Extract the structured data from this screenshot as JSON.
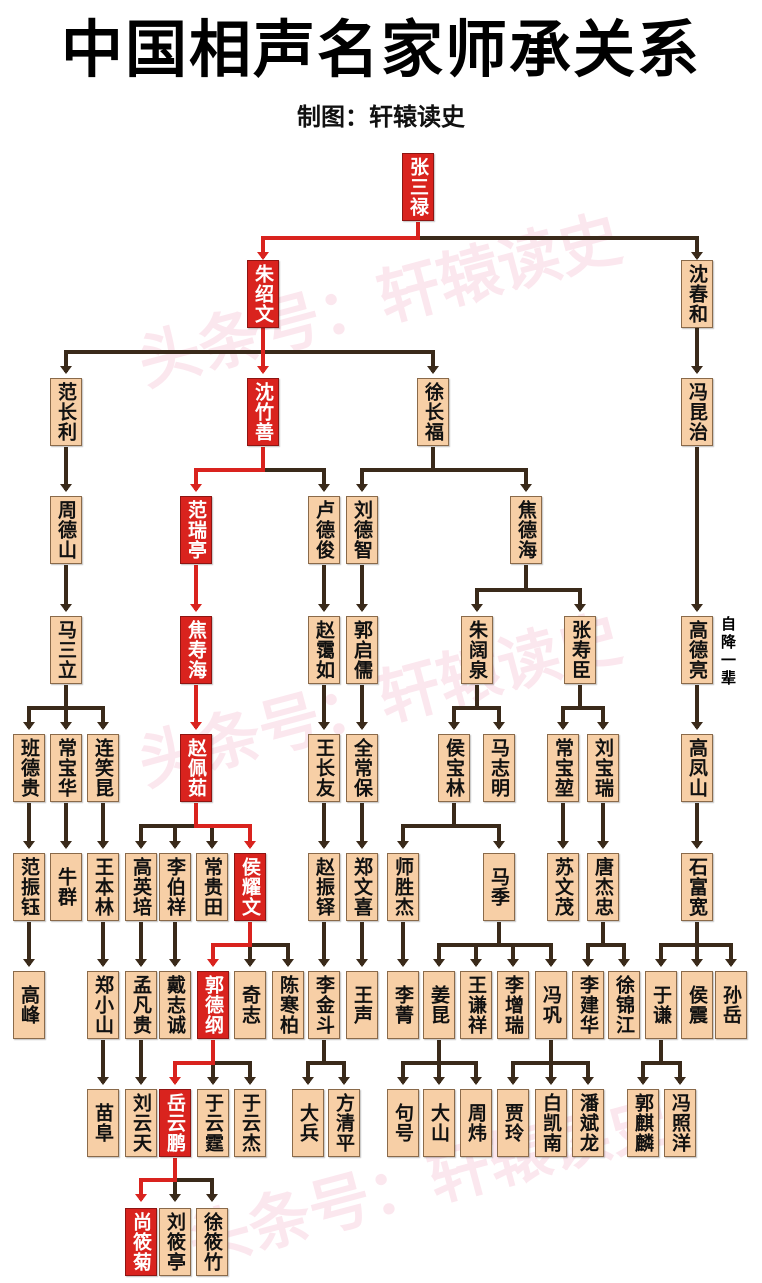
{
  "header": {
    "title": "中国相声名家师承关系",
    "subtitle": "制图：轩辕读史"
  },
  "watermarks": [
    "头条号：轩辕读史",
    "头条号：轩辕读史",
    "头条号：轩辕读史"
  ],
  "colors": {
    "highlight": "#d9231e",
    "normal_box": "#f7cfa6",
    "line": "#3a2a1a"
  },
  "note": "自降一辈",
  "nodes": {
    "zhang_sanlu": "张三禄",
    "zhu_shaowen": "朱绍文",
    "shen_chunhe": "沈春和",
    "fan_changli": "范长利",
    "shen_zhushan": "沈竹善",
    "xu_changfu": "徐长福",
    "feng_kunzhi": "冯昆治",
    "zhou_deshan": "周德山",
    "fan_ruiting": "范瑞亭",
    "lu_dejun": "卢德俊",
    "liu_dezhi": "刘德智",
    "jiao_dehai": "焦德海",
    "ma_sanli": "马三立",
    "jiao_shouhai": "焦寿海",
    "zhao_airu": "赵霭如",
    "guo_qiru": "郭启儒",
    "zhu_kuoquan": "朱阔泉",
    "zhang_shouchen": "张寿臣",
    "gao_deliang": "高德亮",
    "ban_degui": "班德贵",
    "chang_baohua": "常宝华",
    "lian_xiaokun": "连笑昆",
    "zhao_peiru": "赵佩茹",
    "wang_changyou": "王长友",
    "quan_changbao": "全常保",
    "hou_baolin": "侯宝林",
    "ma_zhiming": "马志明",
    "chang_baoqian": "常宝堃",
    "liu_baorui": "刘宝瑞",
    "gao_fengshan": "高凤山",
    "fan_zhenyu": "范振钰",
    "niu_qun": "牛群",
    "wang_benlin": "王本林",
    "gao_yingpei": "高英培",
    "li_boxiang": "李伯祥",
    "chang_guitian": "常贵田",
    "hou_yaowen": "侯耀文",
    "zhao_zhenduo": "赵振铎",
    "zheng_wenxi": "郑文喜",
    "shi_shengjie": "师胜杰",
    "ma_ji": "马季",
    "su_wenmao": "苏文茂",
    "tang_jiezhong": "唐杰忠",
    "shi_fukuan": "石富宽",
    "gao_feng": "高峰",
    "zheng_xiaoshan": "郑小山",
    "meng_fangui": "孟凡贵",
    "dai_zhicheng": "戴志诚",
    "guo_degang": "郭德纲",
    "qi_zhi": "奇志",
    "chen_hanbai": "陈寒柏",
    "li_jindou": "李金斗",
    "wang_sheng": "王声",
    "li_jing": "李菁",
    "jiang_kun": "姜昆",
    "wang_qianxiang": "王谦祥",
    "li_zengrui": "李增瑞",
    "feng_gong": "冯巩",
    "li_jianhua": "李建华",
    "xu_jinjiang": "徐锦江",
    "yu_qian": "于谦",
    "hou_zhen": "侯震",
    "sun_yue": "孙岳",
    "miao_fu": "苗阜",
    "liu_yuntian": "刘云天",
    "yue_yunpeng": "岳云鹏",
    "yu_yunting": "于云霆",
    "yu_yunjie": "于云杰",
    "da_bing": "大兵",
    "fang_qingping": "方清平",
    "ju_hao": "句号",
    "da_shan": "大山",
    "zhou_wei": "周炜",
    "jia_ling": "贾玲",
    "bai_kainan": "白凯南",
    "pan_binlong": "潘斌龙",
    "guo_qilin": "郭麒麟",
    "feng_zhaoyang": "冯照洋",
    "shang_xiaoju": "尚筱菊",
    "liu_xiaoting": "刘筱亭",
    "xu_xiaozhu": "徐筱竹"
  }
}
